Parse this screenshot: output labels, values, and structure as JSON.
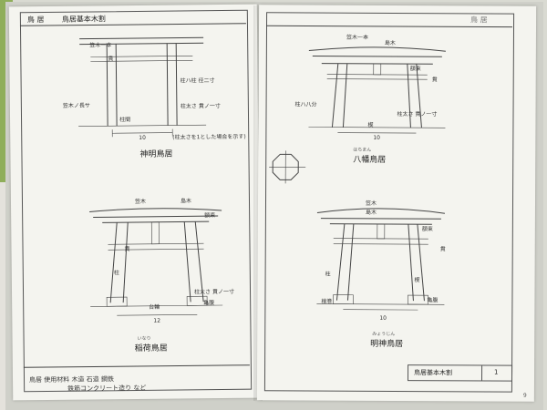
{
  "header": {
    "section": "鳥 居",
    "title": "鳥居基本木割",
    "right_title": "鳥 居"
  },
  "diagrams": {
    "shinmei": {
      "name": "神明鳥居",
      "labels": [
        "笠木一本",
        "貫",
        "柱ハ柱 径二寸",
        "柱太さ 貫ノ一寸",
        "笠木ノ長サ",
        "柱間",
        "10",
        "(柱太さを1とした場合を示す)"
      ]
    },
    "hachiman": {
      "name": "八幡鳥居",
      "labels": [
        "笠木一本",
        "島木",
        "額束",
        "貫",
        "柱ハ八分",
        "柱太さ 貫ノ一寸",
        "楔",
        "10"
      ],
      "furigana": "はちまん"
    },
    "inari": {
      "name": "稲荷鳥居",
      "labels": [
        "笠木",
        "島木",
        "額束",
        "貫",
        "柱",
        "台輪",
        "柱太さ 貫ノ一寸",
        "亀腹",
        "12"
      ],
      "furigana": "いなり"
    },
    "myojin": {
      "name": "明神鳥居",
      "labels": [
        "笠木",
        "島木",
        "額束",
        "貫",
        "柱",
        "楔",
        "亀腹",
        "根巻",
        "10"
      ],
      "furigana": "みょうじん"
    }
  },
  "footer": {
    "materials_line1": "鳥居  使用材料    木造   石造   鋼鉄",
    "materials_line2": "鉄筋コンクリート造り など",
    "table_title": "鳥居基本木割",
    "table_number": "1",
    "page_number": "9"
  }
}
